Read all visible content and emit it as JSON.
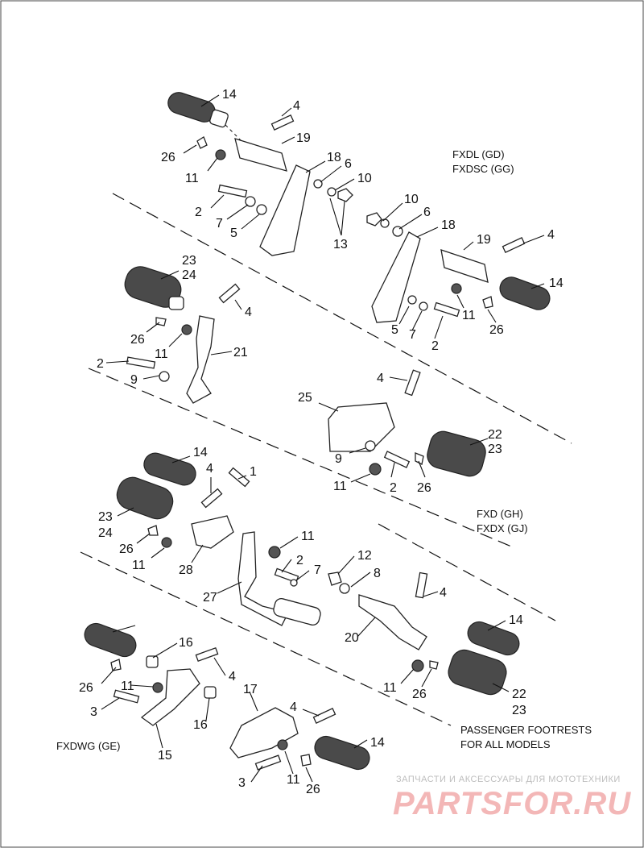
{
  "sections": {
    "fxdl_top": "FXDL (GD)",
    "fxdsc": "FXDSC (GG)",
    "fxd": "FXD (GH)",
    "fxdx": "FXDX (GJ)",
    "fxdwg": "FXDWG (GE)",
    "passenger_line1": "PASSENGER FOOTRESTS",
    "passenger_line2": "FOR ALL MODELS"
  },
  "watermark": {
    "line1": "ЗАПЧАСТИ И АКСЕССУАРЫ ДЛЯ МОТОТЕХНИКИ",
    "line2": "PARTSFOR.RU"
  },
  "callouts": [
    "14",
    "4",
    "19",
    "26",
    "11",
    "18",
    "6",
    "10",
    "2",
    "7",
    "5",
    "13",
    "10",
    "6",
    "18",
    "19",
    "4",
    "14",
    "11",
    "5",
    "7",
    "2",
    "26",
    "23",
    "24",
    "4",
    "26",
    "11",
    "21",
    "2",
    "9",
    "4",
    "25",
    "22",
    "23",
    "9",
    "2",
    "11",
    "26",
    "14",
    "4",
    "1",
    "23",
    "24",
    "26",
    "11",
    "28",
    "11",
    "2",
    "7",
    "27",
    "12",
    "8",
    "4",
    "20",
    "14",
    "16",
    "4",
    "11",
    "26",
    "3",
    "16",
    "15",
    "22",
    "23",
    "11",
    "26",
    "17",
    "4",
    "14",
    "3",
    "11",
    "26"
  ],
  "colors": {
    "watermark_red": "#f3b7b7",
    "line": "#111111"
  }
}
